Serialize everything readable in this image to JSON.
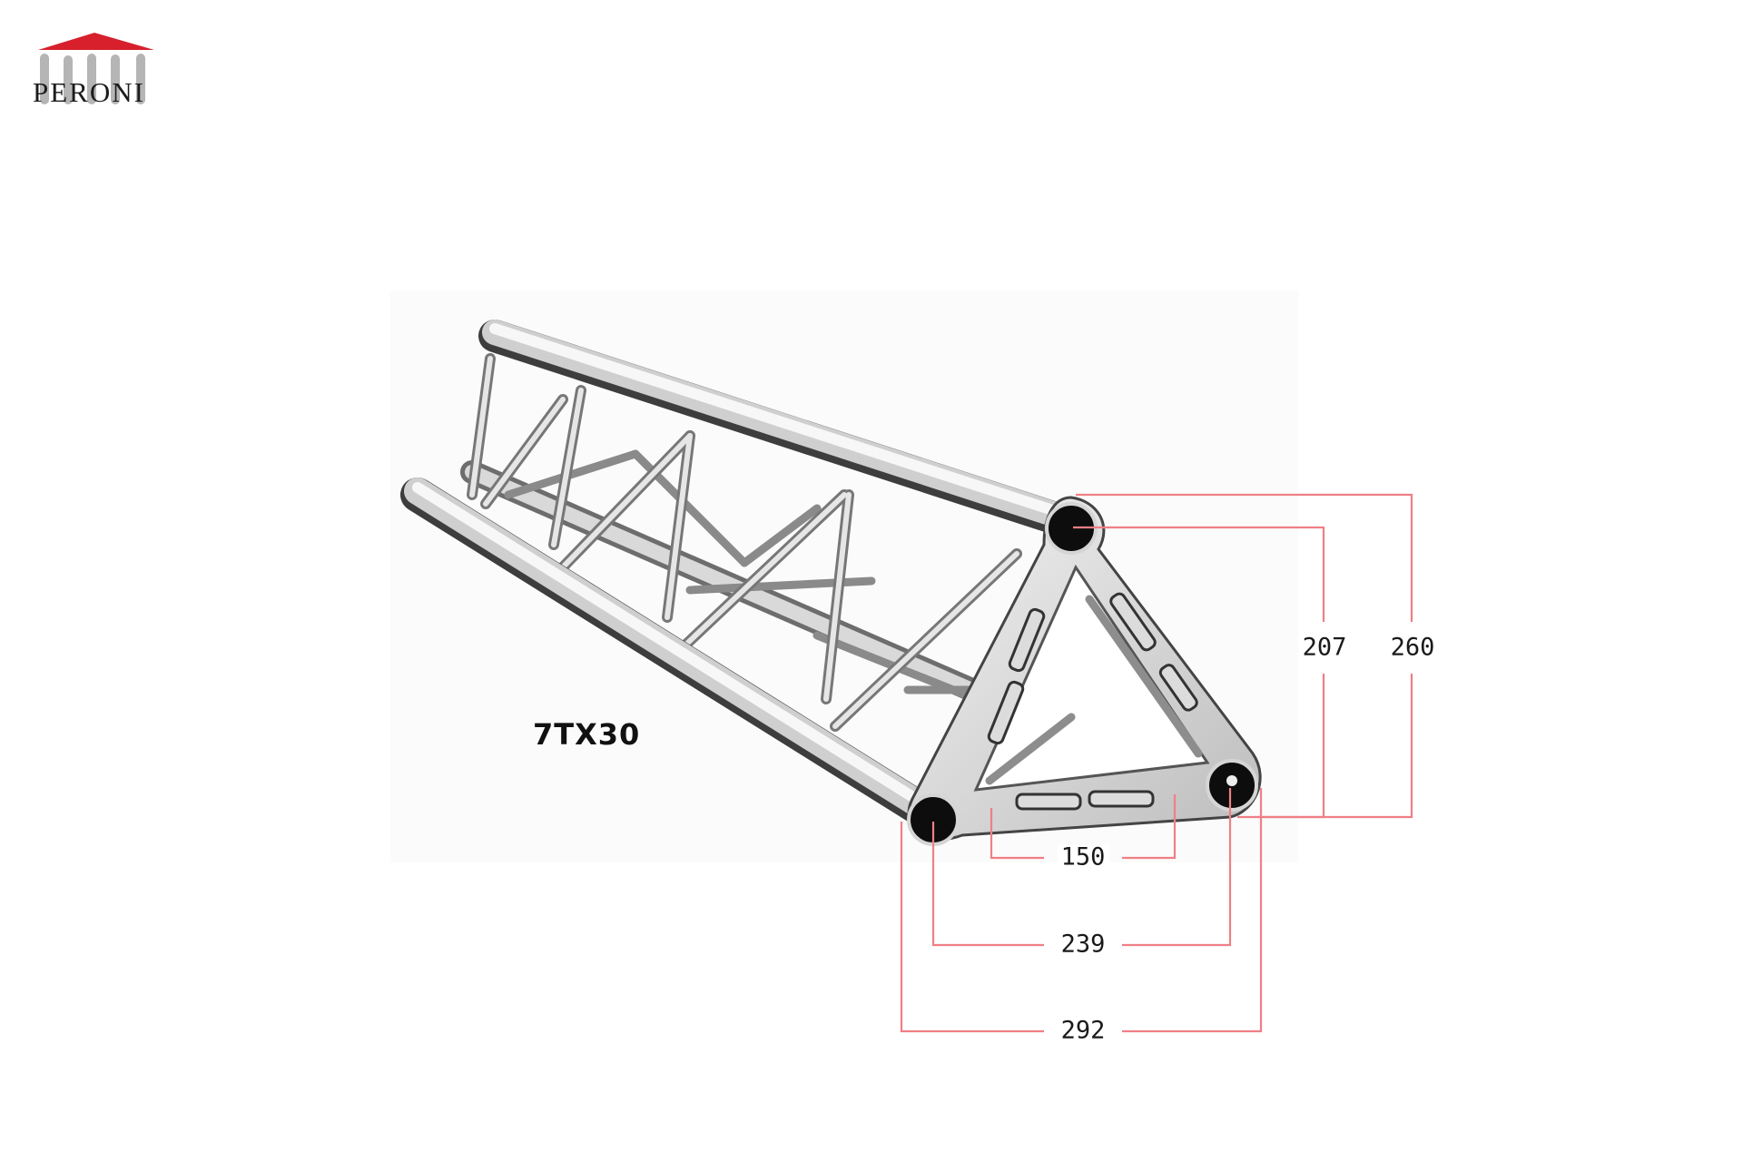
{
  "brand": {
    "name": "PERONI",
    "roof_color": "#d7202c",
    "column_color": "#b5b5b5",
    "text_color": "#1c1c1c",
    "logo_icon": "temple-roof-columns-icon"
  },
  "product": {
    "model": "7TX30",
    "type": "triangular aluminium truss"
  },
  "dimensions": {
    "line_color": "#f07f86",
    "unit": "mm",
    "items": [
      {
        "id": "inner_height",
        "label": "207",
        "orientation": "vertical"
      },
      {
        "id": "outer_height",
        "label": "260",
        "orientation": "vertical"
      },
      {
        "id": "inner_plate",
        "label": "150",
        "orientation": "horizontal"
      },
      {
        "id": "center_width",
        "label": "239",
        "orientation": "horizontal"
      },
      {
        "id": "outer_width",
        "label": "292",
        "orientation": "horizontal"
      }
    ]
  }
}
